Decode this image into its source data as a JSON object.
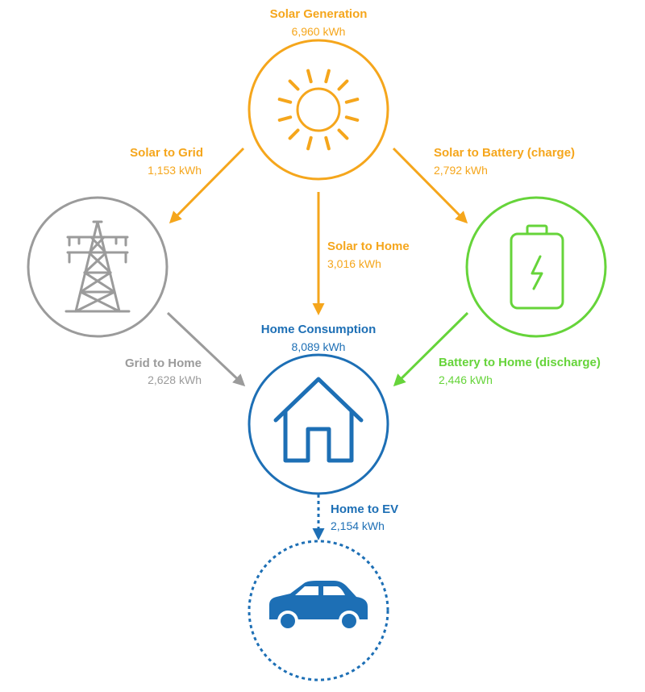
{
  "colors": {
    "solar": "#F5A61C",
    "grid": "#9B9B9B",
    "battery": "#66D43A",
    "home": "#1D6FB5"
  },
  "nodes": {
    "solar": {
      "label": "Solar Generation",
      "value": "6,960 kWh",
      "icon": "sun-icon"
    },
    "grid": {
      "label": "",
      "value": "",
      "icon": "power-pylon-icon"
    },
    "battery": {
      "label": "",
      "value": "",
      "icon": "battery-charging-icon"
    },
    "home": {
      "label": "Home Consumption",
      "value": "8,089 kWh",
      "icon": "house-icon"
    },
    "ev": {
      "label": "",
      "value": "",
      "icon": "car-icon"
    }
  },
  "flows": {
    "solar_to_grid": {
      "label": "Solar to Grid",
      "value": "1,153 kWh"
    },
    "solar_to_home": {
      "label": "Solar to Home",
      "value": "3,016 kWh"
    },
    "solar_to_battery": {
      "label": "Solar to Battery (charge)",
      "value": "2,792 kWh"
    },
    "grid_to_home": {
      "label": "Grid to Home",
      "value": "2,628 kWh"
    },
    "battery_to_home": {
      "label": "Battery to Home (discharge)",
      "value": "2,446 kWh"
    },
    "home_to_ev": {
      "label": "Home to EV",
      "value": "2,154 kWh"
    }
  }
}
